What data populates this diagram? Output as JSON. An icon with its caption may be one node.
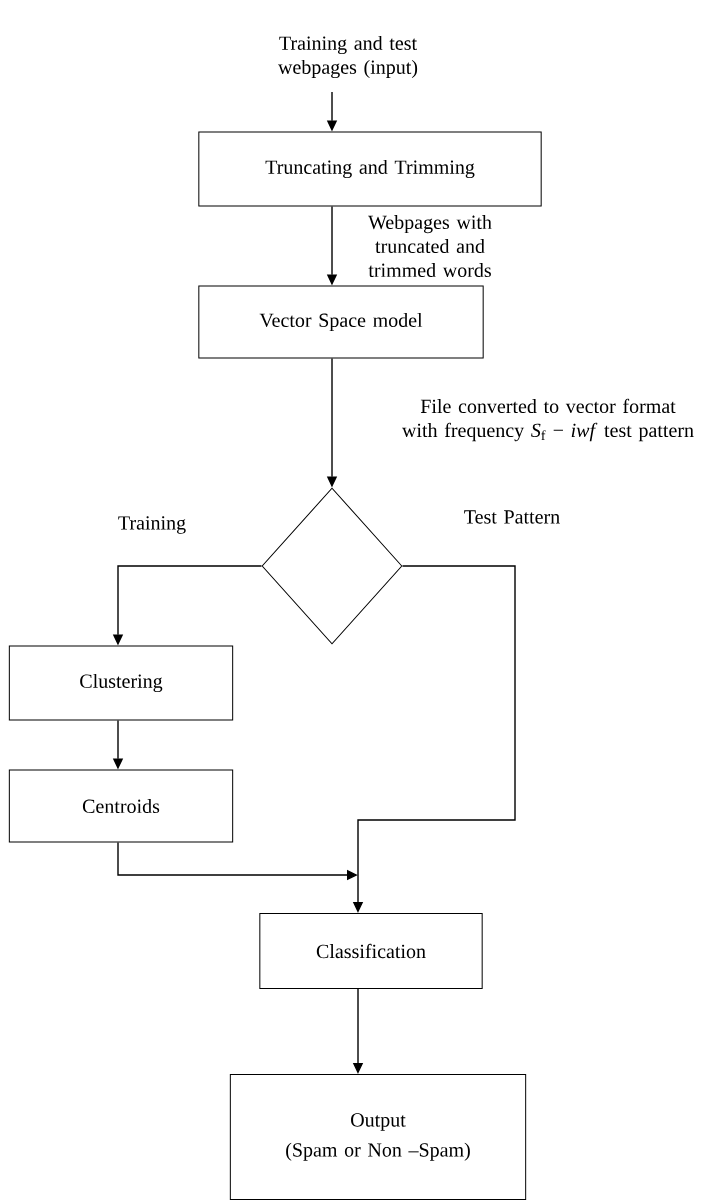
{
  "diagram": {
    "nodes": [
      {
        "text": [
          "Training and test webpages (input)"
        ]
      },
      {
        "text": [
          "Truncating and Trimming"
        ]
      },
      {
        "text": [
          "Vector Space model"
        ]
      },
      {
        "text": [],
        "shape": "diamond"
      },
      {
        "text": [
          "Clustering"
        ]
      },
      {
        "text": [
          "Centroids"
        ]
      },
      {
        "text": [
          "Classification"
        ]
      },
      {
        "text": [
          "Output",
          "(Spam or Non –Spam)"
        ]
      }
    ],
    "edges": [
      {
        "from": 0,
        "to": 1,
        "arrow": "to"
      },
      {
        "from": 1,
        "to": 2,
        "arrow": "to",
        "label": "Webpages with truncated and trimmed words"
      },
      {
        "from": 2,
        "to": 3,
        "arrow": "to",
        "label": "File converted to vector format with frequency *S*$_{f}$ − *iwf* test pattern"
      },
      {
        "from": 3,
        "to": 4,
        "arrow": "to",
        "label": "Training"
      },
      {
        "from": 4,
        "to": 5,
        "arrow": "to"
      },
      {
        "from": 5,
        "to": 6,
        "arrow": "to"
      },
      {
        "from": 3,
        "to": 6,
        "arrow": "to",
        "label": "Test Pattern"
      },
      {
        "from": 6,
        "to": 7,
        "arrow": "to"
      }
    ]
  }
}
